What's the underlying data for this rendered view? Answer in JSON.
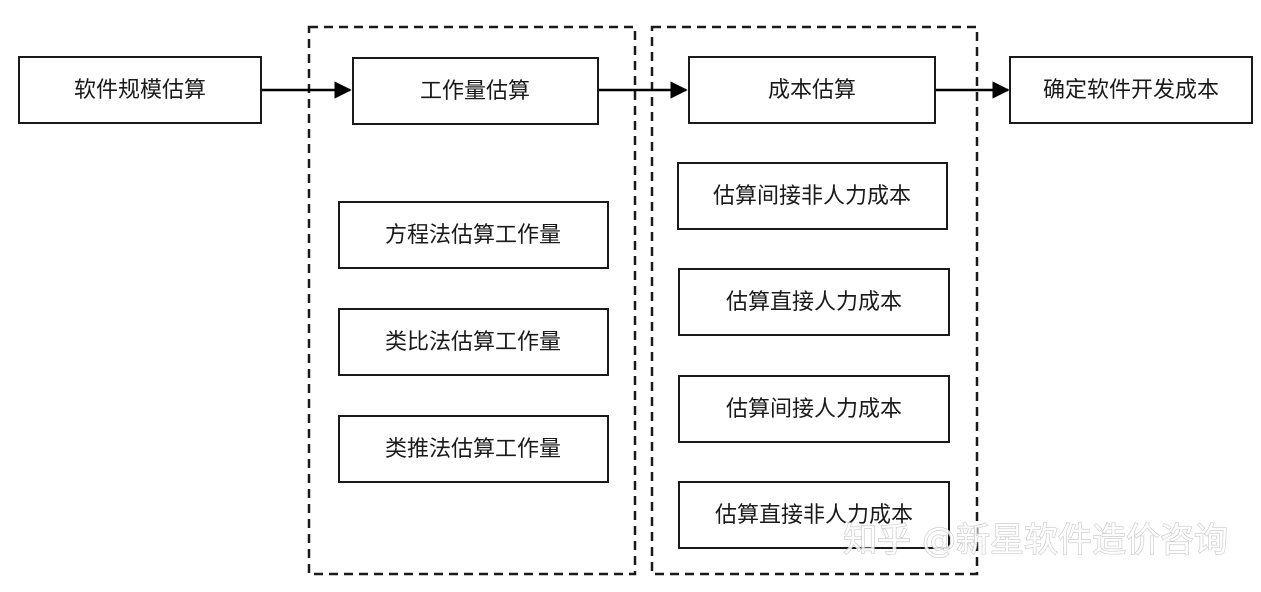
{
  "nodes": {
    "software_size_estimation": "软件规模估算",
    "effort_estimation": "工作量估算",
    "cost_estimation": "成本估算",
    "determine_dev_cost": "确定软件开发成本",
    "equation_method": "方程法估算工作量",
    "analogy_method": "类比法估算工作量",
    "deduction_method": "类推法估算工作量",
    "indirect_nonlabor_cost_1": "估算间接非人力成本",
    "direct_labor_cost": "估算直接人力成本",
    "indirect_labor_cost": "估算间接人力成本",
    "direct_nonlabor_cost": "估算直接非人力成本"
  },
  "edges": [
    {
      "from": "software_size_estimation",
      "to": "effort_estimation"
    },
    {
      "from": "effort_estimation",
      "to": "cost_estimation"
    },
    {
      "from": "cost_estimation",
      "to": "determine_dev_cost"
    }
  ],
  "groups": [
    {
      "name": "effort-group",
      "members": [
        "effort_estimation",
        "equation_method",
        "analogy_method",
        "deduction_method"
      ]
    },
    {
      "name": "cost-group",
      "members": [
        "cost_estimation",
        "indirect_nonlabor_cost_1",
        "direct_labor_cost",
        "indirect_labor_cost",
        "direct_nonlabor_cost"
      ]
    }
  ],
  "watermark": "知乎 @新星软件造价咨询",
  "colors": {
    "stroke": "#1a1a1a",
    "background": "#ffffff"
  }
}
